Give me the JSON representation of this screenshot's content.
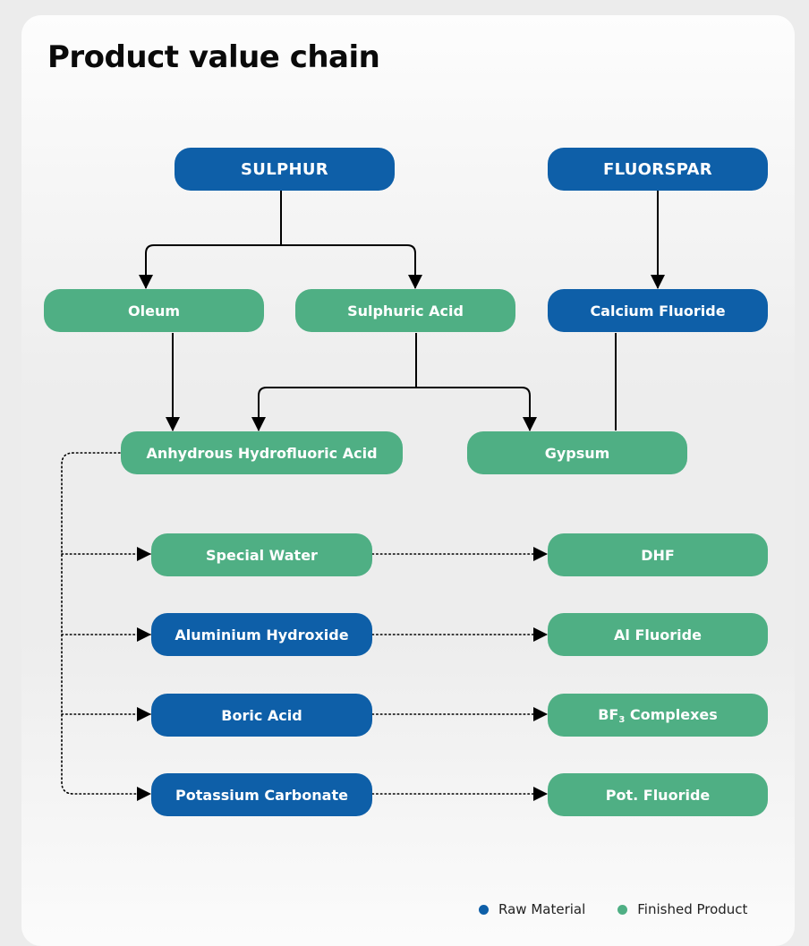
{
  "title": "Product value chain",
  "colors": {
    "raw_material": "#0e5fa8",
    "finished_product": "#4faf84",
    "connector": "#000000"
  },
  "nodes": {
    "sulphur": {
      "label": "SULPHUR",
      "type": "raw_material"
    },
    "fluorspar": {
      "label": "FLUORSPAR",
      "type": "raw_material"
    },
    "oleum": {
      "label": "Oleum",
      "type": "finished_product"
    },
    "sulphuric_acid": {
      "label": "Sulphuric Acid",
      "type": "finished_product"
    },
    "calcium_fluoride": {
      "label": "Calcium Fluoride",
      "type": "raw_material"
    },
    "ahf": {
      "label": "Anhydrous Hydrofluoric Acid",
      "type": "finished_product"
    },
    "gypsum": {
      "label": "Gypsum",
      "type": "finished_product"
    },
    "special_water": {
      "label": "Special Water",
      "type": "finished_product"
    },
    "aluminium_hydroxide": {
      "label": "Aluminium Hydroxide",
      "type": "raw_material"
    },
    "boric_acid": {
      "label": "Boric Acid",
      "type": "raw_material"
    },
    "potassium_carbonate": {
      "label": "Potassium Carbonate",
      "type": "raw_material"
    },
    "dhf": {
      "label": "DHF",
      "type": "finished_product"
    },
    "al_fluoride": {
      "label": "Al Fluoride",
      "type": "finished_product"
    },
    "bf3_complexes": {
      "label_prefix": "BF",
      "label_subscript": "3",
      "label_suffix": " Complexes",
      "type": "finished_product"
    },
    "pot_fluoride": {
      "label": "Pot. Fluoride",
      "type": "finished_product"
    }
  },
  "edges": [
    {
      "from": "sulphur",
      "to": "oleum",
      "style": "solid"
    },
    {
      "from": "sulphur",
      "to": "sulphuric_acid",
      "style": "solid"
    },
    {
      "from": "fluorspar",
      "to": "calcium_fluoride",
      "style": "solid"
    },
    {
      "from": "oleum",
      "to": "ahf",
      "style": "solid"
    },
    {
      "from": "sulphuric_acid",
      "to": "ahf",
      "style": "solid"
    },
    {
      "from": "sulphuric_acid",
      "to": "gypsum",
      "style": "solid"
    },
    {
      "from": "calcium_fluoride",
      "to": "gypsum",
      "style": "solid-no-arrow"
    },
    {
      "from": "ahf",
      "to": "special_water",
      "style": "dotted"
    },
    {
      "from": "ahf",
      "to": "aluminium_hydroxide",
      "style": "dotted"
    },
    {
      "from": "ahf",
      "to": "boric_acid",
      "style": "dotted"
    },
    {
      "from": "ahf",
      "to": "potassium_carbonate",
      "style": "dotted"
    },
    {
      "from": "special_water",
      "to": "dhf",
      "style": "dotted"
    },
    {
      "from": "aluminium_hydroxide",
      "to": "al_fluoride",
      "style": "dotted"
    },
    {
      "from": "boric_acid",
      "to": "bf3_complexes",
      "style": "dotted"
    },
    {
      "from": "potassium_carbonate",
      "to": "pot_fluoride",
      "style": "dotted"
    }
  ],
  "legend": [
    {
      "label": "Raw Material",
      "color": "#0e5fa8"
    },
    {
      "label": "Finished Product",
      "color": "#4faf84"
    }
  ]
}
